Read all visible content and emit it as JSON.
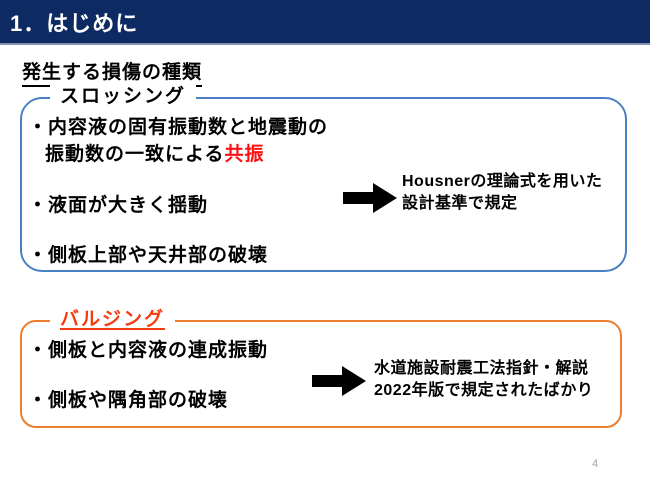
{
  "header": {
    "title": "1．はじめに"
  },
  "section_title": "発生する損傷の種類",
  "sloshing_box": {
    "label": "スロッシング",
    "bullet1_line1": "・内容液の固有振動数と地震動の",
    "bullet1_line2_prefix": "振動数の一致による",
    "bullet1_line2_highlight": "共振",
    "bullet2": "・液面が大きく揺動",
    "bullet3": "・側板上部や天井部の破壊",
    "note_line1": "Housnerの理論式を用いた",
    "note_line2": "設計基準で規定"
  },
  "bulging_box": {
    "label": "バルジング",
    "bullet1": "・側板と内容液の連成振動",
    "bullet2": "・側板や隅角部の破壊",
    "note_line1": "水道施設耐震工法指針・解説",
    "note_line2": "2022年版で規定されたばかり"
  },
  "page": {
    "number": "4"
  },
  "colors": {
    "header_navy": "#0e2a63",
    "header_separator": "#8193b2",
    "sloshing_border_blue": "#4a80c4",
    "bulging_border_orange": "#ed7d31",
    "highlight_red": "#fe1010",
    "bulging_label_red": "#f43c0e",
    "arrow_black": "#000000",
    "page_number_gray": "#a6a6a6"
  }
}
